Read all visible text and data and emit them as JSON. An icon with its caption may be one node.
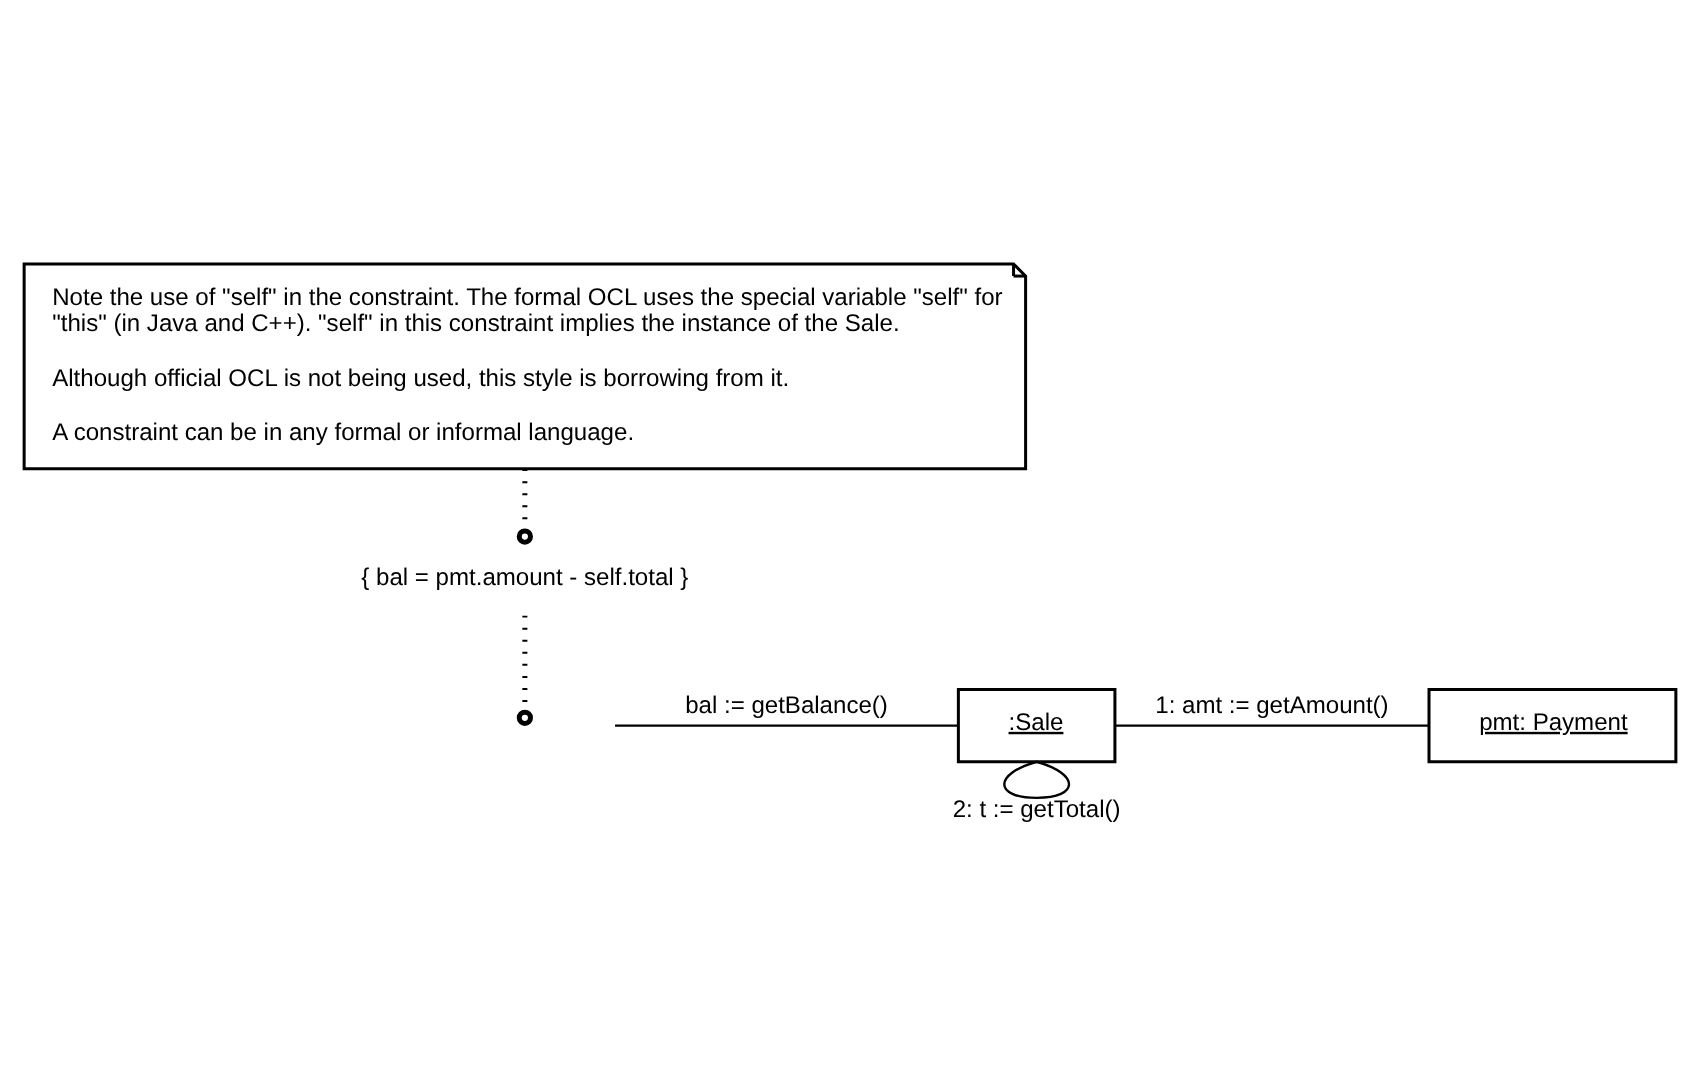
{
  "diagram": {
    "nodes": [
      {
        "text": [
          "Note the use of \"self\" in the constraint. The formal OCL uses the special variable \"self\" for \"this\" (in Java and C++). \"self\" in this constraint implies the instance of the Sale.",
          "Although official OCL is not being used, this style is borrowing from it.",
          "A constraint can be in any formal or informal language."
        ]
      },
      {
        "text": [
          "{ bal = pmt.amount - self.total }"
        ]
      },
      {
        "text": [
          ":Sale"
        ]
      },
      {
        "text": [
          "pmt: Payment"
        ]
      }
    ],
    "edges": [
      {
        "from": 0,
        "to": 1,
        "arrow": "other",
        "style": "dashed"
      },
      {
        "from": 1,
        "to": null,
        "arrow": "other",
        "style": "dashed"
      },
      {
        "from": null,
        "to": 2,
        "arrow": "none",
        "label": "bal := getBalance()"
      },
      {
        "from": 2,
        "to": 3,
        "arrow": "none",
        "label": "1: amt := getAmount()"
      },
      {
        "from": 2,
        "to": 2,
        "arrow": "none",
        "label": "2: t := getTotal()"
      }
    ]
  }
}
